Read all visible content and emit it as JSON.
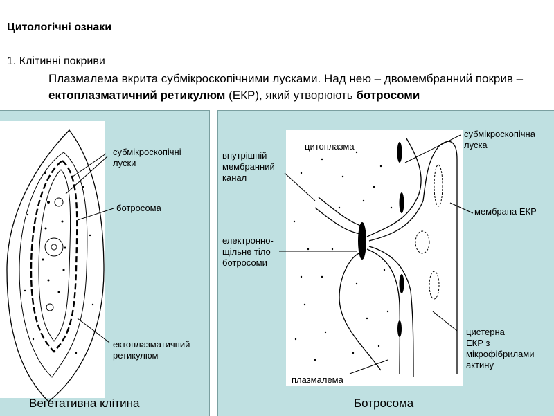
{
  "heading": "Цитологічні ознаки",
  "item": {
    "title": "1. Клітинні покриви",
    "desc_1": "Плазмалема вкрита субмікроскопічними лусками. Над нею – двомембранний покрив – ",
    "desc_b1": "ектоплазматичний ретикулюм",
    "desc_2": " (ЕКР), який утворюють ",
    "desc_b2": "ботросоми"
  },
  "left_figure": {
    "labels": {
      "scales": "субмікроскопічні\n луски",
      "botrosome": "ботросома",
      "ecto": "ектоплазматичний\nретикулюм"
    },
    "caption": "Вегетативна клітина"
  },
  "right_figure": {
    "labels": {
      "cytoplasm": "цитоплазма",
      "scale": "субмікроскопічна\nлуска",
      "inner_canal": "внутрішній\nмембранний\nканал",
      "membrane": "мембрана ЕКР",
      "dense_body": "електронно-\nщільне тіло\nботросоми",
      "cistern": "цистерна\nЕКР з\nмікрофібрилами\nактину",
      "plasmalemma": "плазмалема"
    },
    "caption": "Ботросома"
  }
}
